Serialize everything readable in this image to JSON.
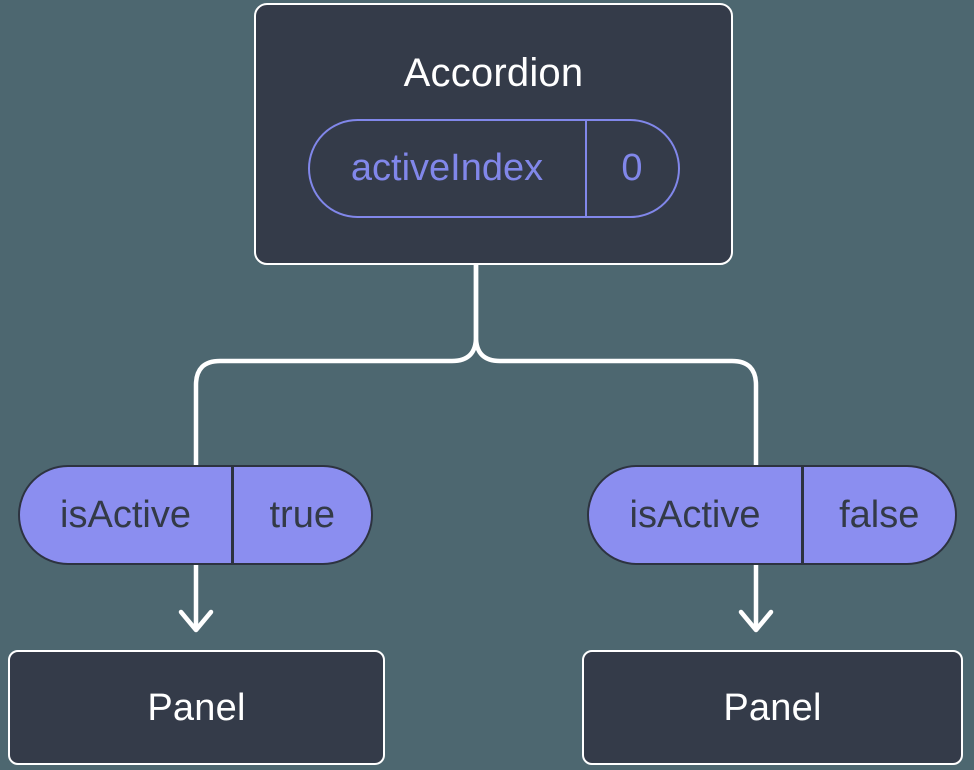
{
  "diagram": {
    "root": {
      "title": "Accordion",
      "state": {
        "name": "activeIndex",
        "value": "0"
      }
    },
    "branches": [
      {
        "prop": {
          "name": "isActive",
          "value": "true"
        },
        "child": {
          "title": "Panel"
        }
      },
      {
        "prop": {
          "name": "isActive",
          "value": "false"
        },
        "child": {
          "title": "Panel"
        }
      }
    ],
    "colors": {
      "background": "#4d6770",
      "node_fill": "#343b49",
      "node_border": "#ffffff",
      "node_text": "#ffffff",
      "state_pill_accent": "#8187ea",
      "prop_pill_fill": "#8b8ef0",
      "prop_pill_border": "#2d3340",
      "prop_pill_text": "#333a47",
      "connector": "#ffffff"
    }
  }
}
